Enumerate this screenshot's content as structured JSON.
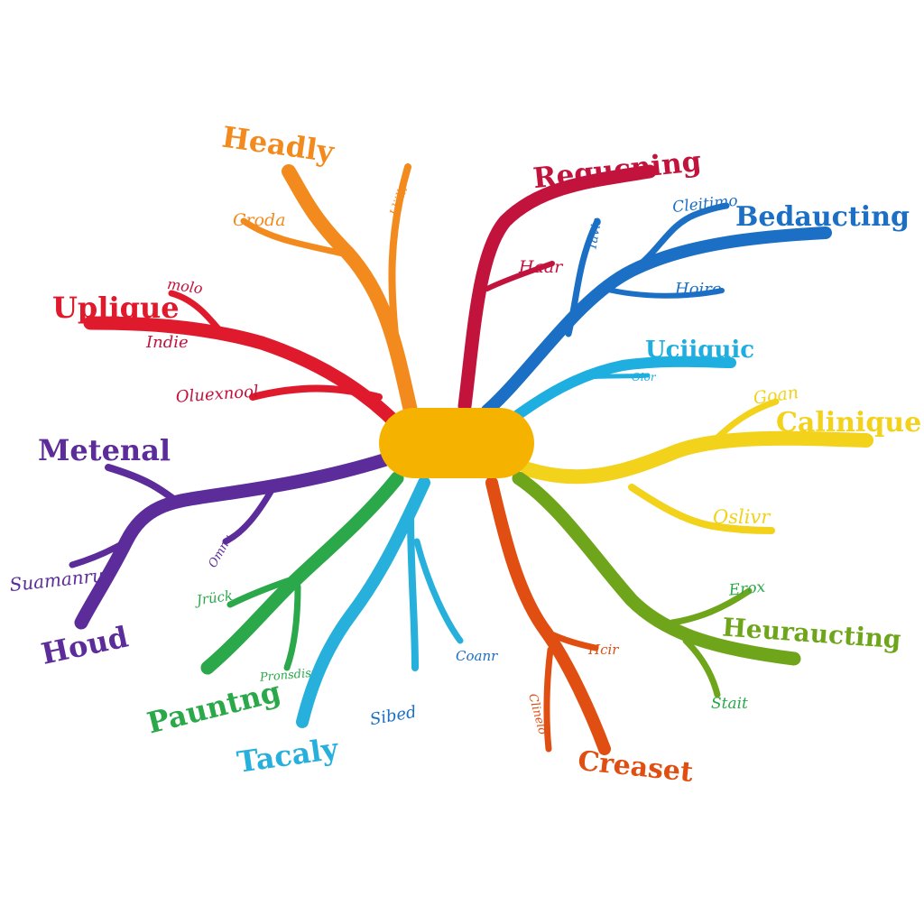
{
  "mindmap": {
    "center_color": "#f5b300",
    "branches": [
      {
        "key": "headly",
        "label": "Headly",
        "color": "#f28a1e",
        "subs": [
          "Croda",
          "Lliilli"
        ]
      },
      {
        "key": "requcning",
        "label": "Requcning",
        "color": "#c2133d",
        "subs": [
          "Haar"
        ]
      },
      {
        "key": "bedaucting",
        "label": "Bedaucting",
        "color": "#1b6fc4",
        "subs": [
          "Cleitimo",
          "Tavis",
          "Hoire"
        ]
      },
      {
        "key": "uplique",
        "label": "Uplique",
        "color": "#e01a2d",
        "subs": [
          "molo",
          "Indie",
          "Oluexnool"
        ]
      },
      {
        "key": "uciiquic",
        "label": "Uciiquic",
        "color": "#1eaee0",
        "subs": [
          "Olor"
        ]
      },
      {
        "key": "calinique",
        "label": "Calinique",
        "color": "#f2d21a",
        "subs": [
          "Goan",
          "Oslivr"
        ]
      },
      {
        "key": "metenal",
        "label": "Metenal",
        "color": "#5b2c9a",
        "subs": [
          "Suamanru",
          "Houd",
          "Omnu"
        ]
      },
      {
        "key": "pauntng",
        "label": "Pauntng",
        "color": "#2aa84a",
        "subs": [
          "Jrück",
          "Pronsdisr"
        ]
      },
      {
        "key": "tacaly",
        "label": "Tacaly",
        "color": "#27b0dc",
        "subs": [
          "Sibed",
          "Coanr"
        ]
      },
      {
        "key": "creaset",
        "label": "Creaset",
        "color": "#e04e12",
        "subs": [
          "Hcir",
          "Clinelo"
        ]
      },
      {
        "key": "heurаucting",
        "label": "Heuraucting",
        "color": "#6fa51b",
        "subs": [
          "Erox",
          "Stait"
        ]
      }
    ]
  }
}
